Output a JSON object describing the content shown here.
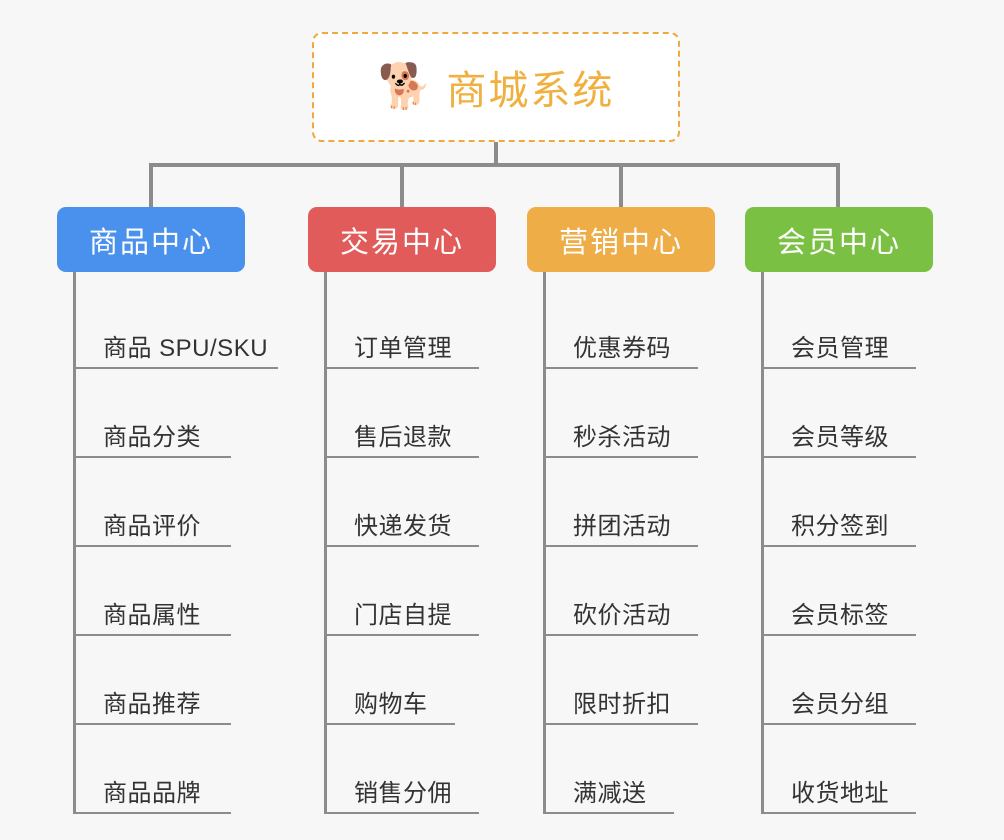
{
  "background_color": "#f7f7f7",
  "root": {
    "icon": "shiba-dog-face-emoji",
    "emoji": "🐕",
    "title": "商城系统",
    "border_color": "#f0a93c",
    "text_color": "#f0b040"
  },
  "branches": [
    {
      "title": "商品中心",
      "color": "#4a90ed",
      "items": [
        {
          "label": "商品 SPU/SKU",
          "underline_width": 205
        },
        {
          "label": "商品分类",
          "underline_width": 158
        },
        {
          "label": "商品评价",
          "underline_width": 158
        },
        {
          "label": "商品属性",
          "underline_width": 158
        },
        {
          "label": "商品推荐",
          "underline_width": 158
        },
        {
          "label": "商品品牌",
          "underline_width": 158
        }
      ]
    },
    {
      "title": "交易中心",
      "color": "#e15b5b",
      "items": [
        {
          "label": "订单管理",
          "underline_width": 155
        },
        {
          "label": "售后退款",
          "underline_width": 155
        },
        {
          "label": "快递发货",
          "underline_width": 155
        },
        {
          "label": "门店自提",
          "underline_width": 155
        },
        {
          "label": "购物车",
          "underline_width": 131
        },
        {
          "label": "销售分佣",
          "underline_width": 155
        }
      ]
    },
    {
      "title": "营销中心",
      "color": "#eead46",
      "items": [
        {
          "label": "优惠券码",
          "underline_width": 155
        },
        {
          "label": "秒杀活动",
          "underline_width": 155
        },
        {
          "label": "拼团活动",
          "underline_width": 155
        },
        {
          "label": "砍价活动",
          "underline_width": 155
        },
        {
          "label": "限时折扣",
          "underline_width": 155
        },
        {
          "label": "满减送",
          "underline_width": 131
        }
      ]
    },
    {
      "title": "会员中心",
      "color": "#7ac143",
      "items": [
        {
          "label": "会员管理",
          "underline_width": 155
        },
        {
          "label": "会员等级",
          "underline_width": 155
        },
        {
          "label": "积分签到",
          "underline_width": 155
        },
        {
          "label": "会员标签",
          "underline_width": 155
        },
        {
          "label": "会员分组",
          "underline_width": 155
        },
        {
          "label": "收货地址",
          "underline_width": 155
        }
      ]
    }
  ],
  "layout": {
    "branch_x": [
      57,
      308,
      527,
      745
    ],
    "drop_x": [
      149,
      400,
      619,
      836
    ],
    "trunk_x": [
      73,
      324,
      543,
      761
    ]
  }
}
